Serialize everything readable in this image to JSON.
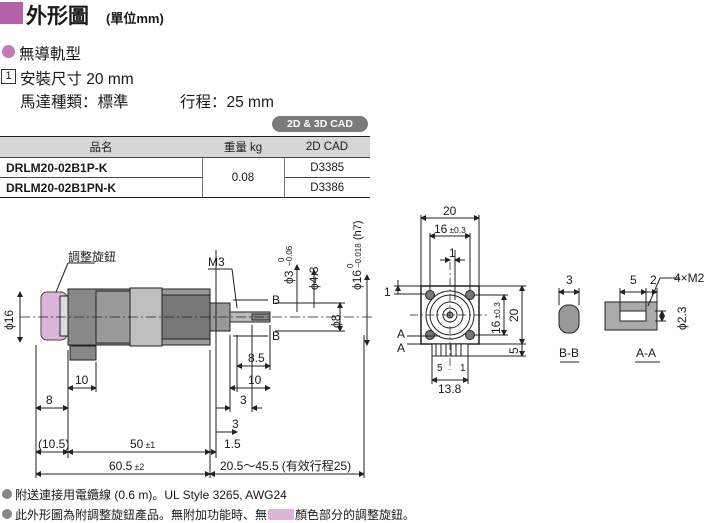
{
  "header": {
    "title": "外形圖",
    "unit_note": "(單位mm)",
    "accent_color": "#b561a6"
  },
  "section": {
    "label": "無導軌型",
    "item_number": "1",
    "mounting_size": "安裝尺寸 20 mm",
    "motor_type": "馬達種類：標準",
    "stroke": "行程：25 mm"
  },
  "cad_badge": "2D & 3D CAD",
  "spec_table": {
    "headers": [
      "品名",
      "重量 kg",
      "2D CAD"
    ],
    "rows": [
      {
        "model": "DRLM20-02B1P-K",
        "cad": "D3385"
      },
      {
        "model": "DRLM20-02B1PN-K",
        "cad": "D3386"
      }
    ],
    "weight": "0.08"
  },
  "drawing": {
    "side_labels": {
      "knob": "調整旋鈕",
      "m3": "M3",
      "phi16": "ϕ16",
      "phi3": "ϕ3",
      "phi3_tol_upper": "0",
      "phi3_tol_lower": "−0.06",
      "phi4_3": "ϕ4.3",
      "phi16h7": "ϕ16",
      "phi16h7_tol_upper": "0",
      "phi16h7_tol_lower": "−0.018",
      "phi16h7_class": "(h7)",
      "phi8": "ϕ8",
      "b_top": "B",
      "b_bottom": "B",
      "dim_8_5": "8.5",
      "dim_10_right": "10",
      "dim_3a": "3",
      "dim_3b": "3",
      "dim_1_5": "1.5",
      "dim_10_left": "10",
      "dim_8": "8",
      "dim_10_5": "(10.5)",
      "dim_50": "50",
      "dim_50_tol": "±1",
      "dim_60_5": "60.5",
      "dim_60_5_tol": "±2",
      "dim_stroke_range": "20.5～45.5",
      "dim_stroke_note": "(有效行程25)"
    },
    "front_labels": {
      "dim_20_top": "20",
      "dim_16_top": "16",
      "dim_16_top_tol": "±0.3",
      "dim_1_top": "1",
      "dim_1_left": "1",
      "dim_16_right": "16",
      "dim_16_right_tol": "±0.3",
      "dim_20_right": "20",
      "dim_5_right": "5",
      "dim_5_bottom": "5",
      "dim_1_bottom": "1",
      "dim_13_8": "13.8",
      "a_top": "A",
      "a_bottom": "A"
    },
    "section_labels": {
      "bb_dim": "3",
      "bb_title": "B-B",
      "aa_dim_5": "5",
      "aa_dim_2": "2",
      "aa_holes": "4×M2",
      "aa_phi": "ϕ2.3",
      "aa_title": "A-A"
    }
  },
  "footnotes": [
    "附送連接用電纜線 (0.6 m)。UL Style 3265, AWG24",
    "此外形圖為附調整旋鈕產品。無附加功能時、無",
    "顏色部分的調整旋鈕。"
  ]
}
